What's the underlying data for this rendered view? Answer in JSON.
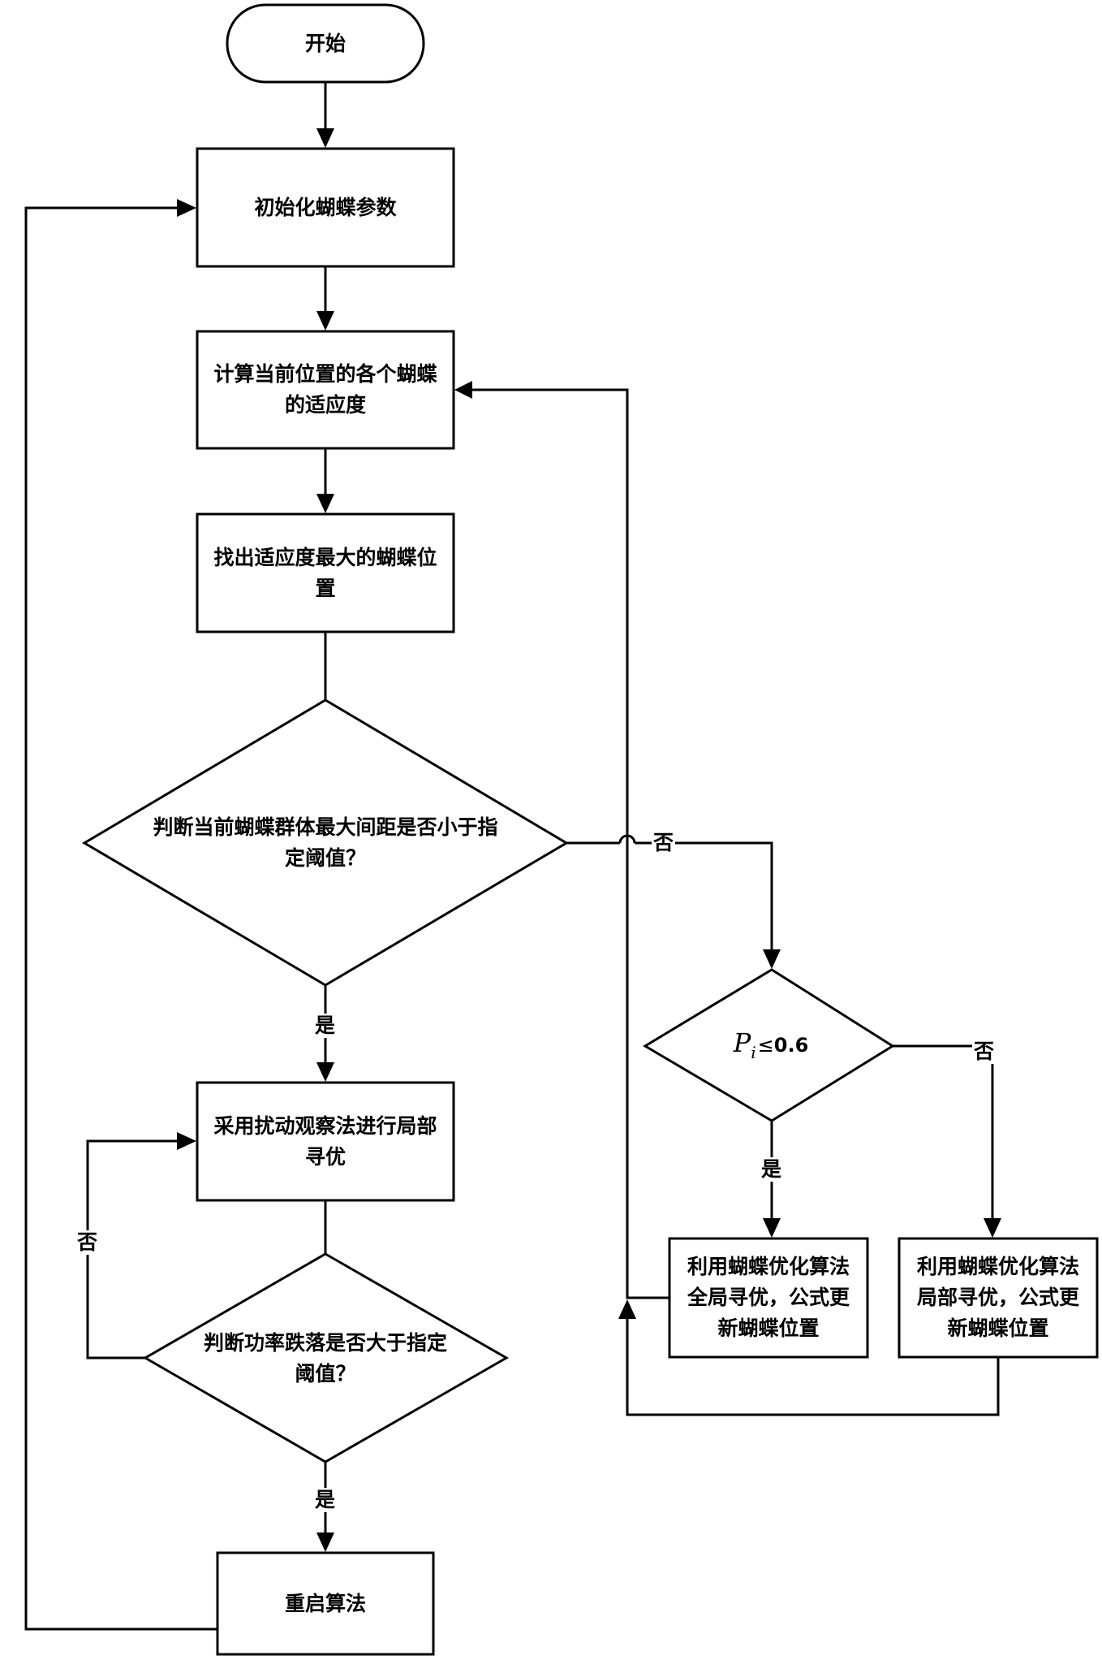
{
  "nodes": {
    "start": {
      "text": "开始"
    },
    "init": {
      "text": "初始化蝴蝶参数"
    },
    "compute_fitness": {
      "line1": "计算当前位置的各个蝴蝶",
      "line2": "的适应度"
    },
    "find_best": {
      "line1": "找出适应度最大的蝴蝶位",
      "line2": "置"
    },
    "check_spread": {
      "line1": "判断当前蝴蝶群体最大间距是否小于指",
      "line2": "定阈值？"
    },
    "check_prob": {
      "var": "P",
      "sub": "i",
      "rel": "≤",
      "value": "0.6"
    },
    "global_search": {
      "line1": "利用蝴蝶优化算法",
      "line2": "全局寻优，公式更",
      "line3": "新蝴蝶位置"
    },
    "local_search": {
      "line1": "利用蝴蝶优化算法",
      "line2": "局部寻优，公式更",
      "line3": "新蝴蝶位置"
    },
    "perturb_observe": {
      "line1": "采用扰动观察法进行局部",
      "line2": "寻优"
    },
    "check_power_drop": {
      "line1": "判断功率跌落是否大于指定",
      "line2": "阈值？"
    },
    "restart": {
      "text": "重启算法"
    }
  },
  "edges": {
    "spread_no": "否",
    "spread_yes": "是",
    "prob_no": "否",
    "prob_yes": "是",
    "drop_no": "否",
    "drop_yes": "是"
  }
}
